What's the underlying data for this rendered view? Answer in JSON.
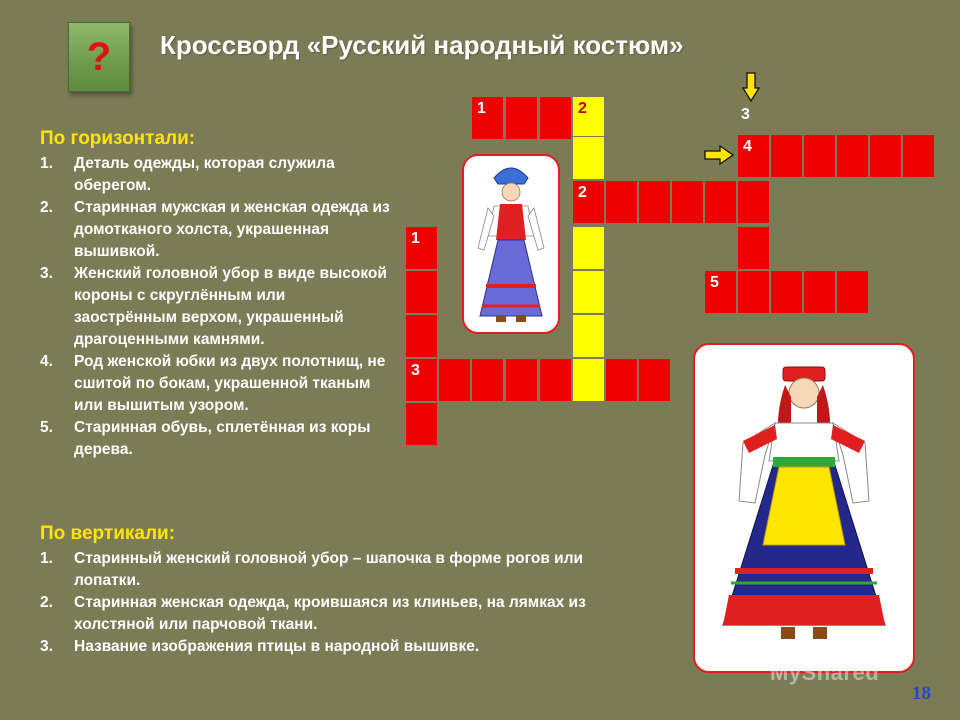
{
  "help_button": {
    "icon": "question-mark-icon",
    "label": "?"
  },
  "title": "Кроссворд «Русский народный костюм»",
  "across": {
    "heading": "По горизонтали:",
    "items": [
      {
        "num": "1.",
        "text": "Деталь одежды, которая служила оберегом."
      },
      {
        "num": "2.",
        "text": "Старинная мужская и женская одежда из домотканого холста, украшенная вышивкой."
      },
      {
        "num": "3.",
        "text": "Женский головной убор в виде высокой короны с скруглённым или заострённым верхом, украшенный драгоценными камнями."
      },
      {
        "num": "4.",
        "text": "Род женской юбки из двух полотнищ, не сшитой по бокам, украшенной тканым или вышитым узором."
      },
      {
        "num": "5.",
        "text": "Старинная обувь, сплетённая из коры дерева."
      }
    ]
  },
  "down": {
    "heading": "По вертикали:",
    "items": [
      {
        "num": "1.",
        "text": "Старинный женский головной убор – шапочка в форме рогов или лопатки."
      },
      {
        "num": "2.",
        "text": "Старинная женская одежда, кроившаяся из клиньев, на лямках из холстяной или парчовой ткани."
      },
      {
        "num": "3.",
        "text": "Название изображения птицы в народной вышивке."
      }
    ]
  },
  "grid_numbers": {
    "h1": "1",
    "v2_top": "2",
    "v3_top": "3",
    "h4": "4",
    "h2": "2",
    "v1": "1",
    "h5": "5",
    "h3": "3"
  },
  "page_number": "18",
  "watermark": "MyShared",
  "colors": {
    "background": "#7b7b55",
    "cell_red": "#ee0000",
    "cell_yellow": "#ffff00",
    "heading": "#ffe500"
  }
}
